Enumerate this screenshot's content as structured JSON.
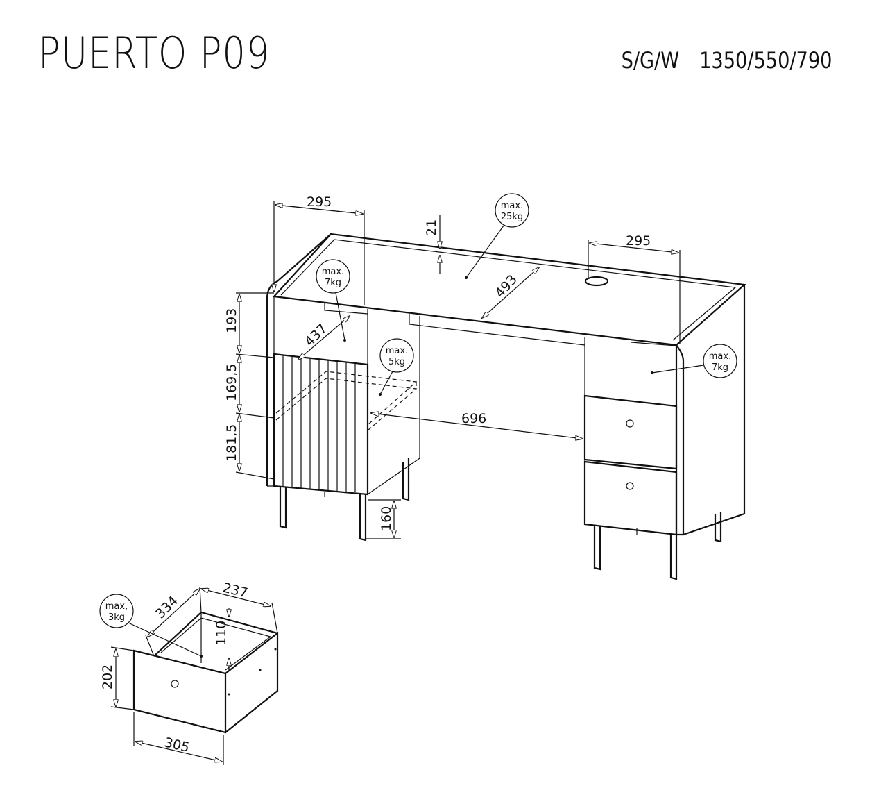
{
  "title": "PUERTO P09",
  "dimensions_label": "S/G/W",
  "dimensions_value": "1350/550/790",
  "desk": {
    "width_left": "295",
    "width_right": "295",
    "top_thickness": "21",
    "depth_inner": "493",
    "cabinet_depth": "437",
    "height_upper": "193",
    "height_middle": "169,5",
    "height_lower": "181,5",
    "leg_height": "160",
    "knee_space": "696",
    "load_top": [
      "max.",
      "25kg"
    ],
    "load_left_shelf": [
      "max.",
      "7kg"
    ],
    "load_left_inner": [
      "max.",
      "5kg"
    ],
    "load_right_shelf": [
      "max.",
      "7kg"
    ]
  },
  "drawer": {
    "depth": "334",
    "width_inner": "237",
    "height_inner": "110",
    "front_height": "202",
    "front_width": "305",
    "load": [
      "max,",
      "3kg"
    ]
  }
}
